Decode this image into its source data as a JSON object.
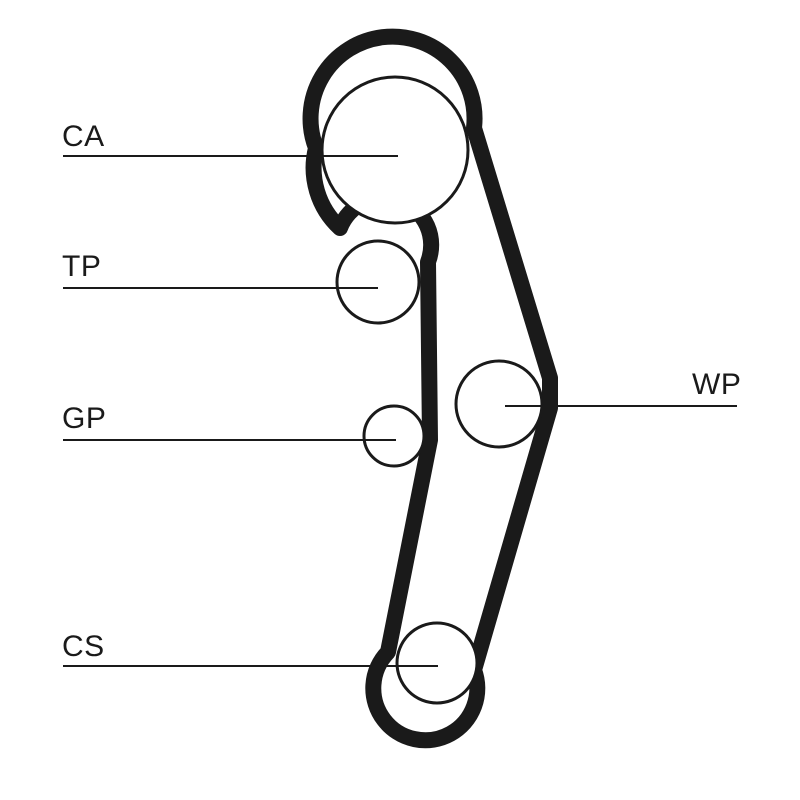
{
  "labels": {
    "ca": "CA",
    "tp": "TP",
    "gp": "GP",
    "wp": "WP",
    "cs": "CS"
  },
  "colors": {
    "ink": "#1a1a1a",
    "background": "#ffffff"
  }
}
